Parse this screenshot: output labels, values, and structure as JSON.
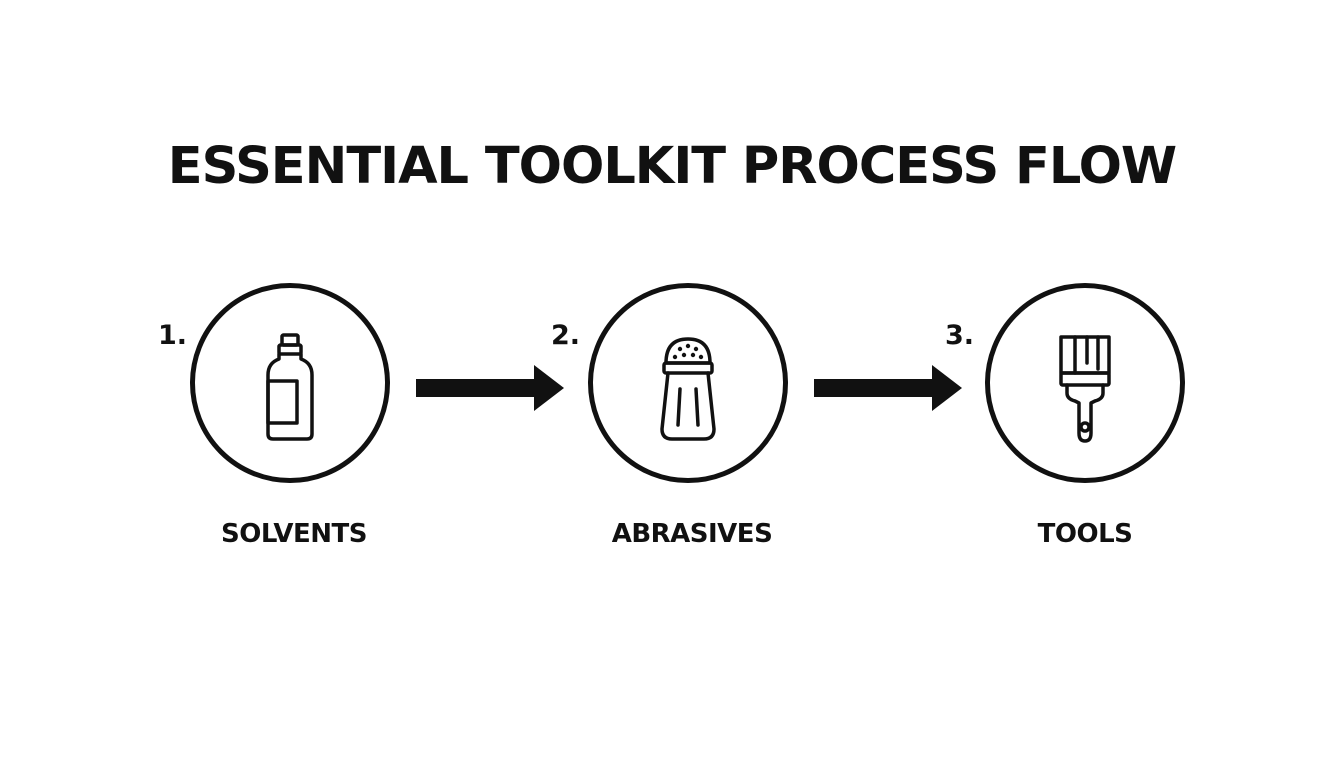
{
  "diagram": {
    "title": "ESSENTIAL TOOLKIT PROCESS FLOW",
    "steps": [
      {
        "number": "1.",
        "label": "SOLVENTS",
        "icon": "bottle-icon"
      },
      {
        "number": "2.",
        "label": "ABRASIVES",
        "icon": "shaker-icon"
      },
      {
        "number": "3.",
        "label": "TOOLS",
        "icon": "paintbrush-icon"
      }
    ],
    "colors": {
      "background": "#ffffff",
      "ink": "#111111"
    }
  }
}
